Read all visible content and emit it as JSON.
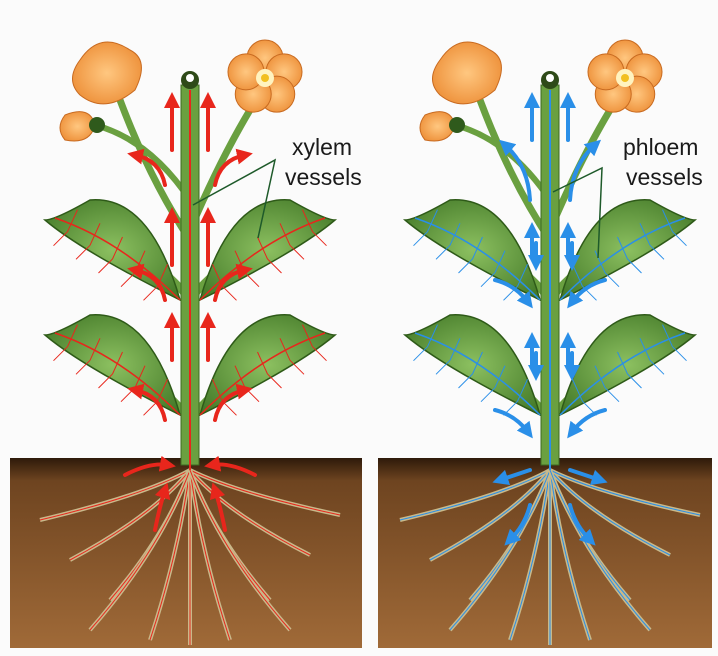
{
  "panels": [
    {
      "id": "xylem",
      "label_line1": "xylem",
      "label_line2": "vessels",
      "vessel_color": "#e8261c",
      "arrow_color": "#e8261c",
      "flow": "up"
    },
    {
      "id": "phloem",
      "label_line1": "phloem",
      "label_line2": "vessels",
      "vessel_color": "#2a8fe8",
      "arrow_color": "#2a8fe8",
      "flow": "both"
    }
  ],
  "colors": {
    "soil_top": "#3a2410",
    "soil": "#8a5a2c",
    "leaf": "#5e9a3a",
    "stem": "#6aa040",
    "flower": "#f5a552",
    "root": "#c9b98a"
  }
}
